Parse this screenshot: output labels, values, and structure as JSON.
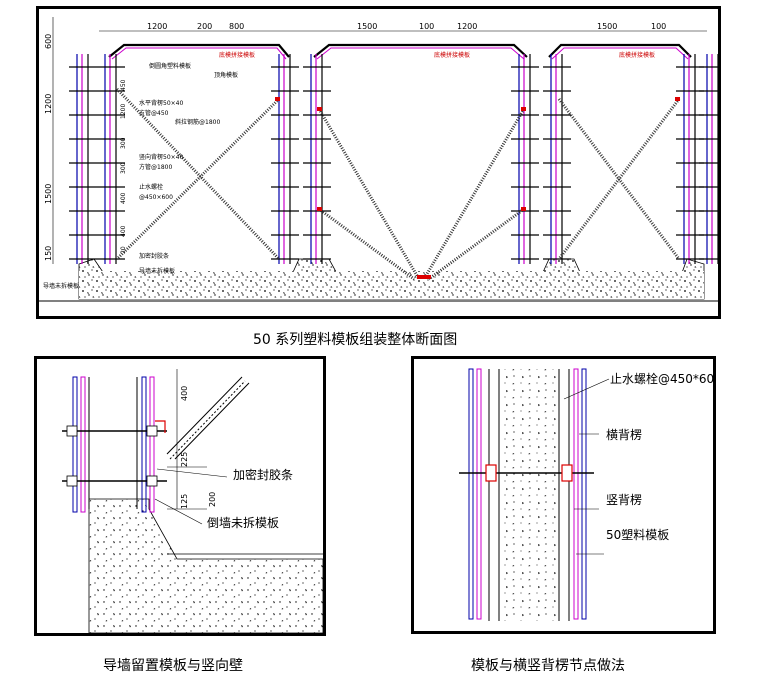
{
  "captions": {
    "main": "50 系列塑料模板组装整体断面图",
    "left": "导墙留置模板与竖向壁",
    "right": "模板与横竖背楞节点做法"
  },
  "main_panel": {
    "top_dims_1": [
      "1200",
      "200",
      "800"
    ],
    "top_dims_2": [
      "1500",
      "100",
      "1200"
    ],
    "top_dims_3": [
      "1500",
      "100"
    ],
    "left_dims": [
      "600",
      "1200",
      "1500",
      "150"
    ],
    "inner_dims": [
      "450",
      "1200",
      "300",
      "300",
      "400",
      "400",
      "20"
    ],
    "annotations": [
      "倒圆角塑料模板",
      "顶角模板",
      "水平背楞50×40",
      "方管@450",
      "斜拉钢筋@1800",
      "竖向背楞50×40",
      "方管@1800",
      "止水螺栓",
      "@450×600",
      "加密封胶条",
      "导墙未拆模板",
      "导墙未拆模板"
    ],
    "top_labels": [
      "底模拼接模板",
      "底模拼接模板",
      "底模拼接模板"
    ]
  },
  "left_panel": {
    "dims": [
      "400",
      "225",
      "200",
      "125"
    ],
    "labels": [
      "加密封胶条",
      "倒墙未拆模板"
    ]
  },
  "right_panel": {
    "labels": [
      "止水螺栓@450*600",
      "横背楞",
      "竖背楞",
      "50塑料模板"
    ]
  }
}
